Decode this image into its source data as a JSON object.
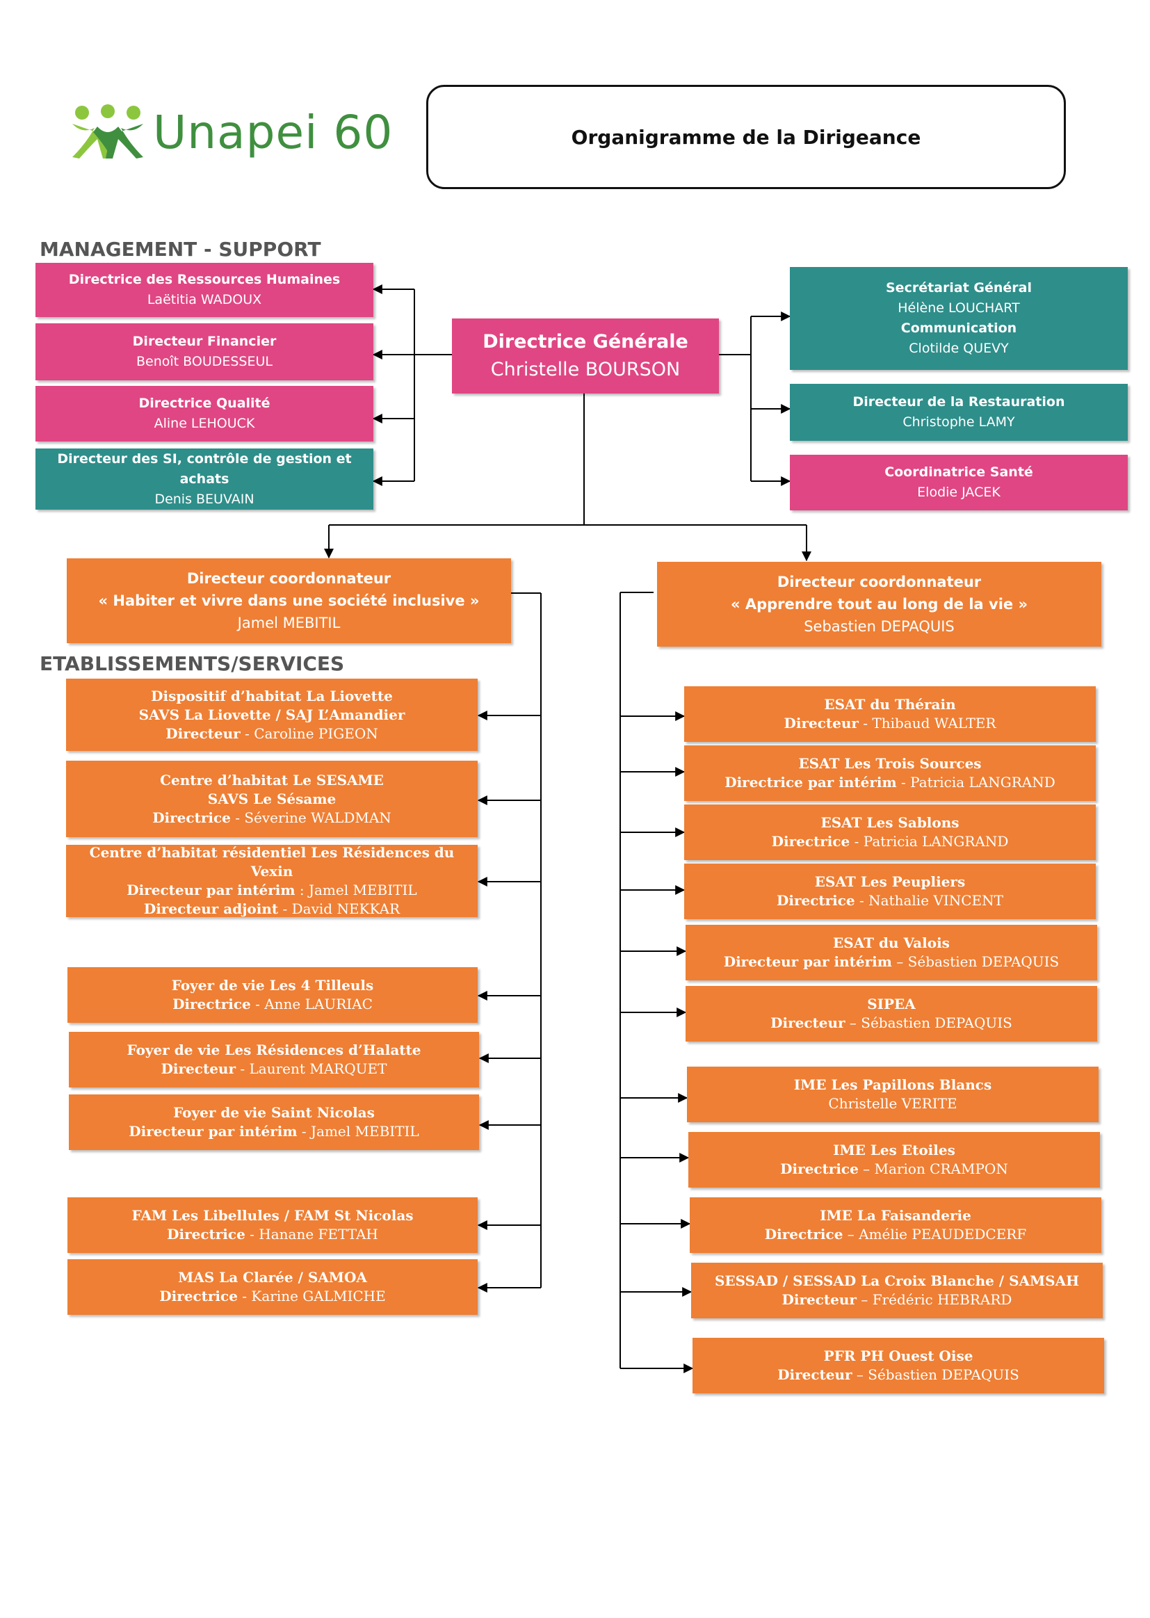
{
  "logo": {
    "brand": "Unapei 60"
  },
  "title": "Organigramme de la Dirigeance",
  "sections": {
    "management": "MANAGEMENT - SUPPORT",
    "etablissements": "ETABLISSEMENTS/SERVICES"
  },
  "colors": {
    "pink": "#e04683",
    "teal": "#2e8e8a",
    "orange": "#ee7f34",
    "logo_green": "#3f8f3f",
    "logo_light_green": "#8cc63f"
  },
  "directrice_generale": {
    "line1": "Directrice Générale",
    "line2": "Christelle BOURSON"
  },
  "management": [
    {
      "line1": "Directrice des Ressources Humaines",
      "line2": "Laëtitia WADOUX"
    },
    {
      "line1": "Directeur Financier",
      "line2": "Benoît BOUDESSEUL"
    },
    {
      "line1": "Directrice Qualité",
      "line2": "Aline LEHOUCK"
    },
    {
      "line1": "Directeur des SI, contrôle de gestion et achats",
      "line2": "Denis BEUVAIN"
    }
  ],
  "support_right": {
    "secretariat": {
      "line1": "Secrétariat Général",
      "line2": "Hélène LOUCHART",
      "line3": "Communication",
      "line4": "Clotilde QUEVY"
    },
    "restauration": {
      "line1": "Directeur de la Restauration",
      "line2": "Christophe LAMY"
    },
    "sante": {
      "line1": "Coordinatrice Santé",
      "line2": "Elodie JACEK"
    }
  },
  "coordinators": {
    "left": {
      "line1": "Directeur coordonnateur",
      "line2": "« Habiter et vivre dans une société inclusive »",
      "line3": "Jamel MEBITIL"
    },
    "right": {
      "line1": "Directeur coordonnateur",
      "line2": "« Apprendre tout au long de la vie »",
      "line3": "Sebastien DEPAQUIS"
    }
  },
  "left_services": [
    {
      "lines": [
        "Dispositif d’habitat La Liovette",
        "SAVS La Liovette / SAJ L’Amandier"
      ],
      "role": "Directeur",
      "sep": " - ",
      "person": "Caroline PIGEON"
    },
    {
      "lines": [
        "Centre d’habitat Le SESAME",
        "SAVS Le Sésame"
      ],
      "role": "Directrice",
      "sep": " - ",
      "person": "Séverine WALDMAN"
    },
    {
      "lines": [
        "Centre d’habitat résidentiel Les Résidences du Vexin"
      ],
      "role": "Directeur par intérim",
      "sep": " : ",
      "person": "Jamel MEBITIL",
      "role2": "Directeur adjoint",
      "sep2": " - ",
      "person2": "David NEKKAR"
    },
    {
      "lines": [
        "Foyer de vie Les 4 Tilleuls"
      ],
      "role": "Directrice",
      "sep": " - ",
      "person": "Anne LAURIAC"
    },
    {
      "lines": [
        "Foyer de vie Les Résidences d’Halatte"
      ],
      "role": "Directeur",
      "sep": " - ",
      "person": "Laurent MARQUET"
    },
    {
      "lines": [
        "Foyer de vie Saint Nicolas"
      ],
      "role": "Directeur par intérim",
      "sep": " - ",
      "person": "Jamel MEBITIL"
    },
    {
      "lines": [
        "FAM Les Libellules / FAM St Nicolas"
      ],
      "role": "Directrice",
      "sep": " - ",
      "person": "Hanane FETTAH"
    },
    {
      "lines": [
        "MAS La Clarée / SAMOA"
      ],
      "role": "Directrice",
      "sep": " - ",
      "person": "Karine GALMICHE"
    }
  ],
  "right_services": [
    {
      "lines": [
        "ESAT du Thérain"
      ],
      "role": "Directeur",
      "sep": " - ",
      "person": "Thibaud WALTER"
    },
    {
      "lines": [
        "ESAT Les Trois Sources"
      ],
      "role": "Directrice par intérim",
      "sep": " - ",
      "person": "Patricia LANGRAND"
    },
    {
      "lines": [
        "ESAT Les Sablons"
      ],
      "role": "Directrice",
      "sep": " - ",
      "person": "Patricia LANGRAND"
    },
    {
      "lines": [
        "ESAT Les Peupliers"
      ],
      "role": "Directrice",
      "sep": " - ",
      "person": "Nathalie VINCENT"
    },
    {
      "lines": [
        "ESAT du Valois"
      ],
      "role": "Directeur par intérim",
      "sep": " – ",
      "person": "Sébastien DEPAQUIS"
    },
    {
      "lines": [
        "SIPEA"
      ],
      "role": "Directeur",
      "sep": " – ",
      "person": "Sébastien DEPAQUIS"
    },
    {
      "lines": [
        "IME Les Papillons Blancs"
      ],
      "role": "",
      "sep": "",
      "person": "Christelle VERITE"
    },
    {
      "lines": [
        "IME Les Etoiles"
      ],
      "role": "Directrice",
      "sep": " – ",
      "person": "Marion CRAMPON"
    },
    {
      "lines": [
        "IME La Faisanderie"
      ],
      "role": "Directrice",
      "sep": " – ",
      "person": "Amélie PEAUDEDCERF"
    },
    {
      "lines": [
        "SESSAD / SESSAD La Croix Blanche / SAMSAH"
      ],
      "role": "Directeur",
      "sep": " – ",
      "person": "Frédéric HEBRARD"
    },
    {
      "lines": [
        "PFR PH Ouest Oise"
      ],
      "role": "Directeur",
      "sep": " – ",
      "person": "Sébastien DEPAQUIS"
    }
  ]
}
